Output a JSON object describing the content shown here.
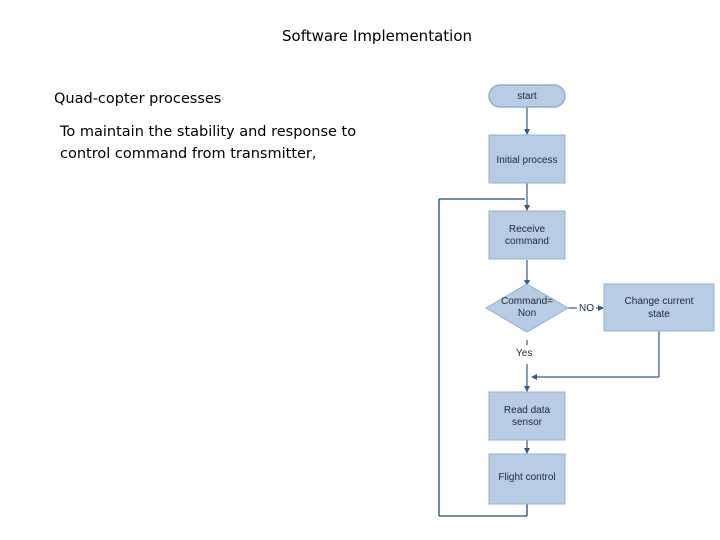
{
  "slide": {
    "title": "Software Implementation",
    "subtitle": "Quad-copter processes",
    "body_lines": [
      "To maintain  the stability and response to",
      "control command from transmitter,"
    ]
  },
  "flowchart": {
    "start": "start",
    "initial_process": "Initial process",
    "receive_command": [
      "Receive",
      "command"
    ],
    "decision": [
      "Command=",
      "Non"
    ],
    "no_label": "NO",
    "change_state": [
      "Change current",
      "state"
    ],
    "yes_label": "Yes",
    "read_sensor": [
      "Read data",
      "sensor"
    ],
    "flight_control": "Flight control"
  },
  "colors": {
    "box_fill": "#b8cce4",
    "box_stroke": "#8fb0d4",
    "arrow": "#3c5a80",
    "loop_line": "#1f497d"
  }
}
